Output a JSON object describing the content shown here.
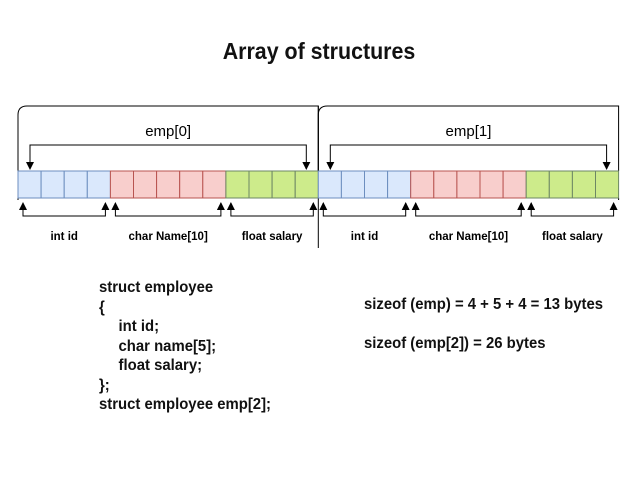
{
  "title": "Array of structures",
  "elements": [
    {
      "label": "emp[0]",
      "fields": [
        {
          "label": "int id",
          "cells": 4,
          "color": "#dae8fc",
          "border": "#6c8ebf"
        },
        {
          "label": "char Name[10]",
          "cells": 5,
          "color": "#f8cecc",
          "border": "#b85450"
        },
        {
          "label": "float salary",
          "cells": 4,
          "color": "#cdeb8b",
          "border": "#6d8764"
        }
      ]
    },
    {
      "label": "emp[1]",
      "fields": [
        {
          "label": "int id",
          "cells": 4,
          "color": "#dae8fc",
          "border": "#6c8ebf"
        },
        {
          "label": "char Name[10]",
          "cells": 5,
          "color": "#f8cecc",
          "border": "#b85450"
        },
        {
          "label": "float salary",
          "cells": 4,
          "color": "#cdeb8b",
          "border": "#6d8764"
        }
      ]
    }
  ],
  "code": {
    "line1": "struct employee",
    "line2": "{",
    "line3": "int id;",
    "line4": "char name[5];",
    "line5": "float salary;",
    "line6": "};",
    "line7": "struct employee emp[2];"
  },
  "sizes": {
    "line1": "sizeof (emp) = 4 + 5 + 4 = 13 bytes",
    "line2": "sizeof (emp[2]) = 26 bytes"
  }
}
